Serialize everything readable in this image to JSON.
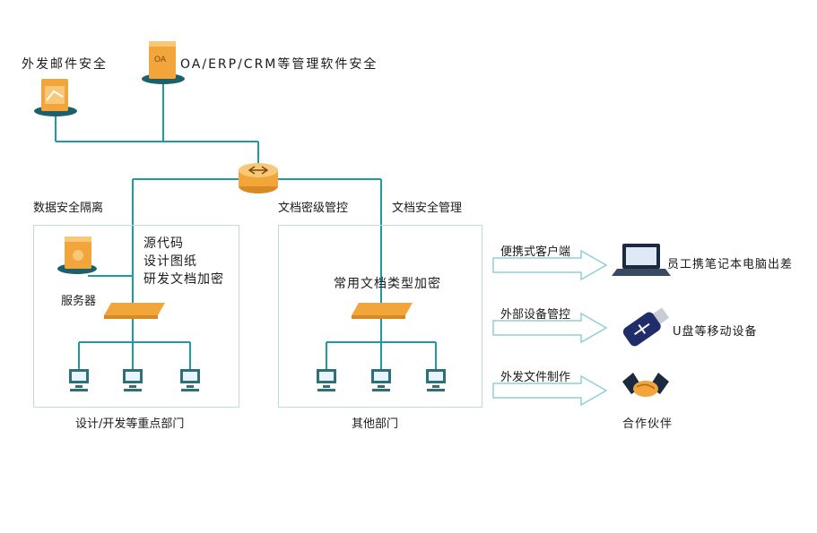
{
  "top": {
    "email_security": "外发邮件安全",
    "oa_security": "OA/ERP/CRM等管理软件安全",
    "oa_badge": "OA"
  },
  "sections": {
    "data_isolation": "数据安全隔离",
    "doc_level": "文档密级管控",
    "doc_security": "文档安全管理"
  },
  "left_region": {
    "server_label": "服务器",
    "encrypt_list": "源代码\n设计图纸\n研发文档加密",
    "footer": "设计/开发等重点部门"
  },
  "right_region": {
    "encrypt_label": "常用文档类型加密",
    "footer": "其他部门"
  },
  "channels": [
    {
      "label": "便携式客户端",
      "target": "员工携笔记本电脑出差",
      "icon": "laptop-icon"
    },
    {
      "label": "外部设备管控",
      "target": "U盘等移动设备",
      "icon": "usb-drive-icon"
    },
    {
      "label": "外发文件制作",
      "target": "合作伙伴",
      "icon": "handshake-icon"
    }
  ],
  "colors": {
    "wire": "#1f9aa0",
    "region_border": "#b9dcdc",
    "orange": "#f2a53a",
    "arrow_border": "#8fd0cf"
  }
}
